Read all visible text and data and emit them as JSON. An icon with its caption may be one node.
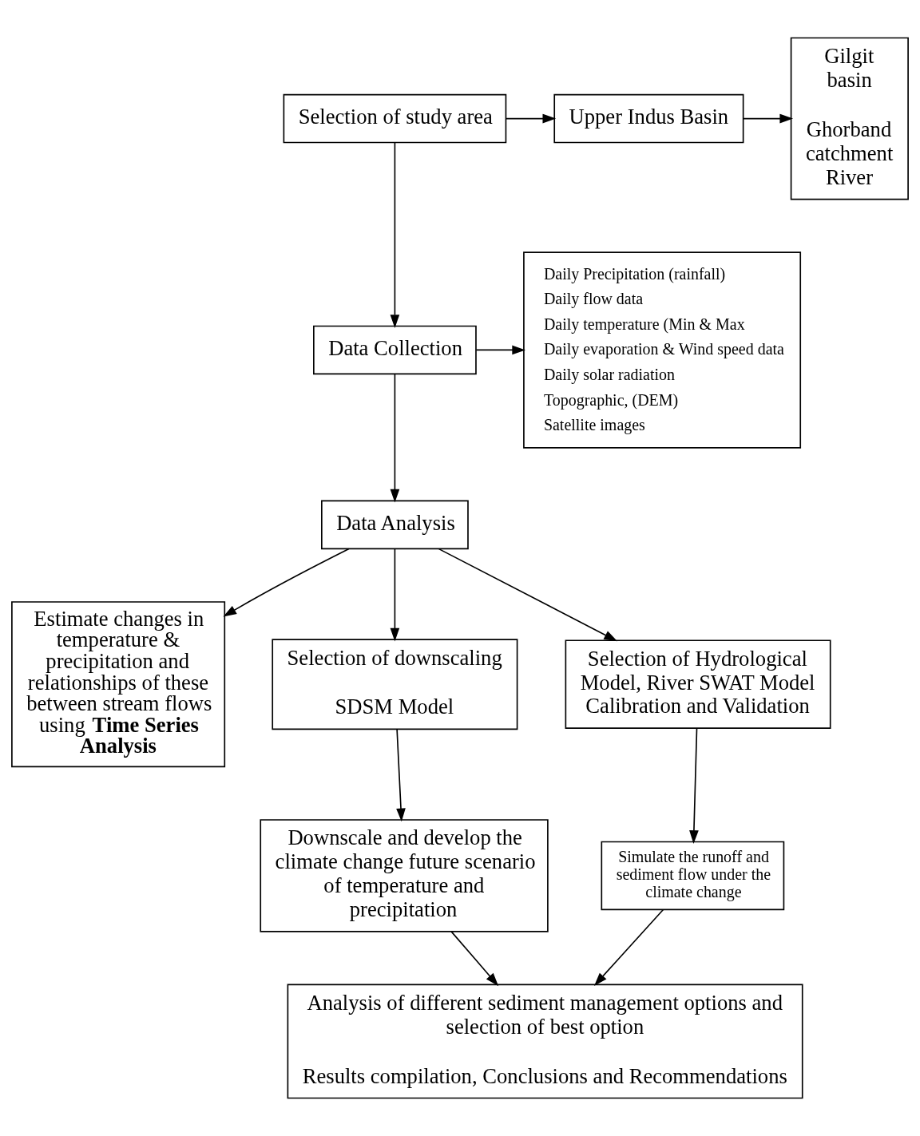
{
  "diagram": {
    "nodes": [
      {
        "text": [
          "Selection of study area"
        ]
      },
      {
        "text": [
          "Upper Indus Basin"
        ]
      },
      {
        "text": [
          "Gilgit basin",
          "Ghorband catchment River"
        ]
      },
      {
        "text": [
          "Data Collection"
        ]
      },
      {
        "text": [
          "Daily Precipitation (rainfall)",
          "Daily flow data",
          "Daily temperature (Min & Max",
          "Daily evaporation & Wind speed data",
          "Daily solar radiation",
          "Topographic, (DEM)",
          "Satellite images"
        ]
      },
      {
        "text": [
          "Data Analysis"
        ]
      },
      {
        "text": [
          "Estimate changes in temperature & precipitation and relationships of these between stream flows using **Time Series Analysis**"
        ]
      },
      {
        "text": [
          "Selection of downscaling",
          "SDSM Model"
        ]
      },
      {
        "text": [
          "Selection of Hydrological Model, River SWAT Model Calibration and Validation"
        ]
      },
      {
        "text": [
          "Downscale and develop the climate change future scenario of temperature and precipitation"
        ]
      },
      {
        "text": [
          "Simulate the runoff and sediment flow under the climate change"
        ]
      },
      {
        "text": [
          "Analysis of different sediment management options and selection of best option",
          "Results compilation, Conclusions and Recommendations"
        ]
      }
    ],
    "edges": [
      {
        "from": 0,
        "to": 1,
        "arrow": "to"
      },
      {
        "from": 1,
        "to": 2,
        "arrow": "to"
      },
      {
        "from": 0,
        "to": 3,
        "arrow": "to"
      },
      {
        "from": 3,
        "to": 4,
        "arrow": "to"
      },
      {
        "from": 3,
        "to": 5,
        "arrow": "to"
      },
      {
        "from": 5,
        "to": 6,
        "arrow": "to"
      },
      {
        "from": 5,
        "to": 7,
        "arrow": "to"
      },
      {
        "from": 5,
        "to": 8,
        "arrow": "to"
      },
      {
        "from": 7,
        "to": 9,
        "arrow": "to"
      },
      {
        "from": 8,
        "to": 10,
        "arrow": "to"
      },
      {
        "from": 9,
        "to": 11,
        "arrow": "to"
      },
      {
        "from": 10,
        "to": 11,
        "arrow": "to"
      }
    ]
  }
}
